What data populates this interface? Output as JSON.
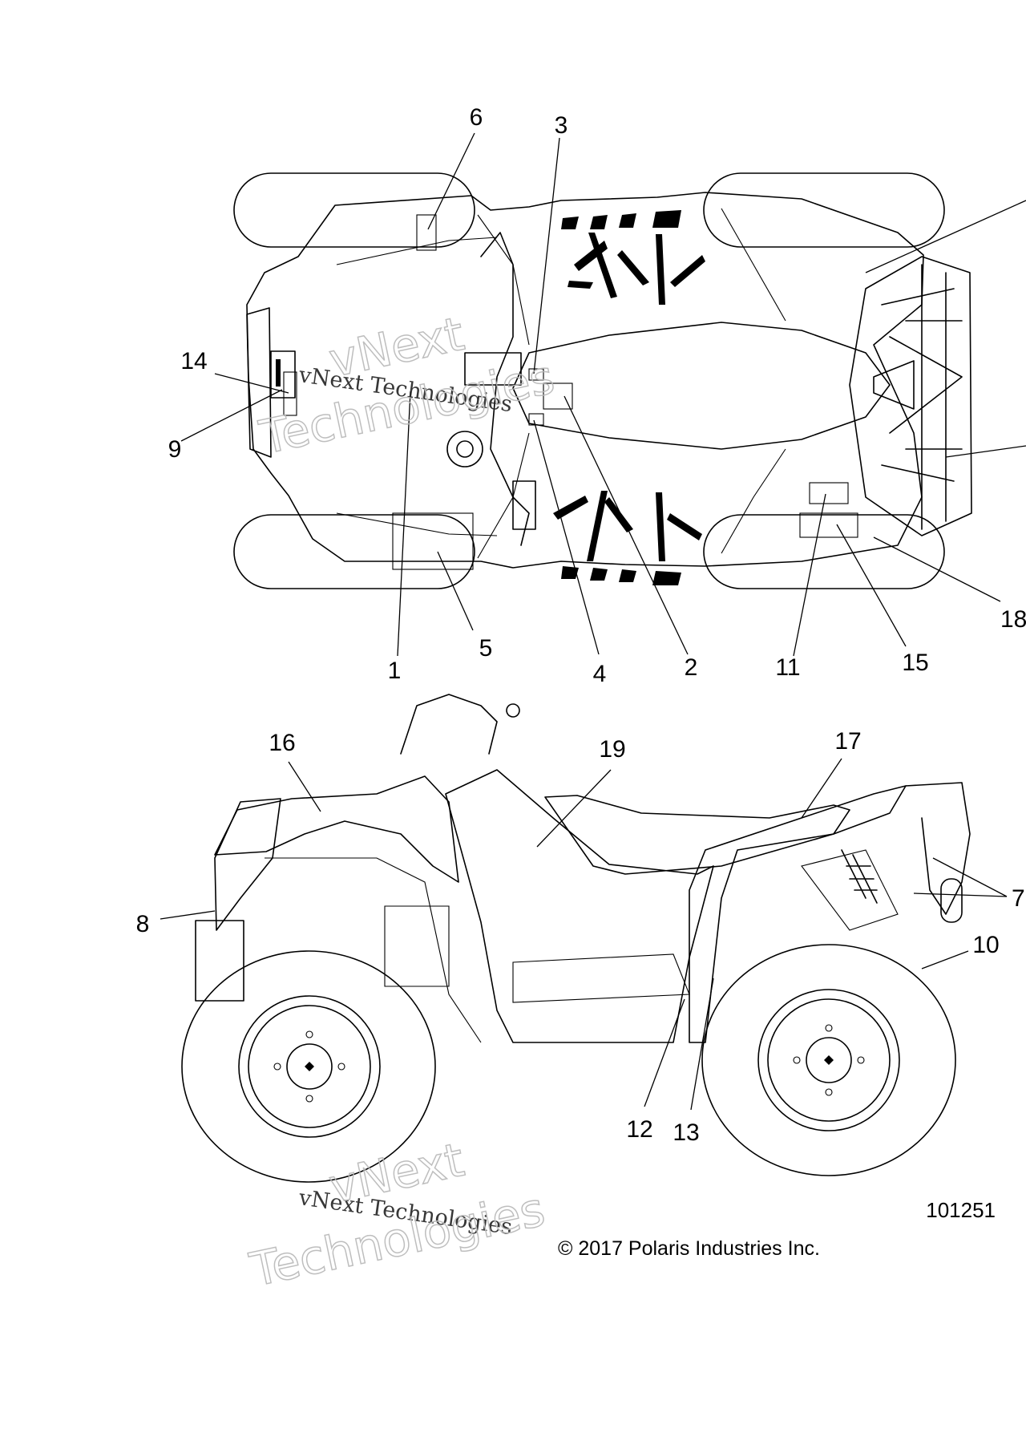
{
  "diagram": {
    "callouts_top": [
      {
        "label": "6"
      },
      {
        "label": "3"
      },
      {
        "label": "14"
      },
      {
        "label": "9"
      },
      {
        "label": "1"
      },
      {
        "label": "5"
      },
      {
        "label": "4"
      },
      {
        "label": "2"
      },
      {
        "label": "11"
      },
      {
        "label": "15"
      },
      {
        "label": "18"
      }
    ],
    "callouts_side": [
      {
        "label": "16"
      },
      {
        "label": "19"
      },
      {
        "label": "17"
      },
      {
        "label": "8"
      },
      {
        "label": "7"
      },
      {
        "label": "10"
      },
      {
        "label": "12"
      },
      {
        "label": "13"
      }
    ],
    "figure_number": "101251",
    "copyright": "© 2017 Polaris Industries Inc.",
    "watermarks": {
      "top_small": "vNext Technologies",
      "top_large_1": "vNext",
      "top_large_2": "Technologies",
      "bottom_small": "vNext Technologies",
      "bottom_large_1": "vNext",
      "bottom_large_2": "Technologies"
    }
  }
}
